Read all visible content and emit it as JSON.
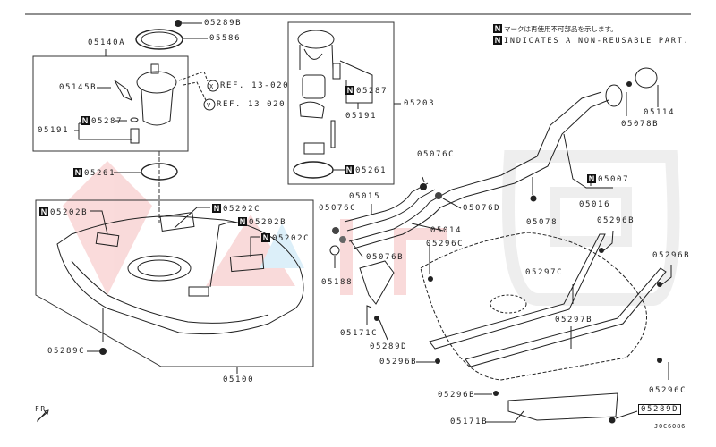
{
  "diagram": {
    "title": "Fuel Tank Assembly Exploded Parts Diagram",
    "legend": {
      "jp_text": "マークは再使用不可部品を示します。",
      "en_text": "INDICATES A NON-REUSABLE PART.",
      "badge": "N"
    },
    "drawing_code": "J0C6086",
    "direction_label": "FR",
    "refs": [
      {
        "circle": "X",
        "text": "REF. 13-020"
      },
      {
        "circle": "V",
        "text": "REF. 13 020"
      }
    ],
    "parts": {
      "p05289B_top": "05289B",
      "p05586": "05586",
      "p05140A": "05140A",
      "p05145B": "05145B",
      "p05287_left": "05287",
      "p05191_left": "05191",
      "p05261_left": "05261",
      "p05287_center": "05287",
      "p05191_center": "05191",
      "p05203": "05203",
      "p05261_center": "05261",
      "p05202B_left": "05202B",
      "p05202C_a": "05202C",
      "p05202B_b": "05202B",
      "p05202C_b": "05202C",
      "p05289C": "05289C",
      "p05100": "05100",
      "p05076C_top": "05076C",
      "p05015": "05015",
      "p05076C_left": "05076C",
      "p05076D": "05076D",
      "p05014": "05014",
      "p05076B": "05076B",
      "p05188": "05188",
      "p05296C_mid": "05296C",
      "p05171C": "05171C",
      "p05289D_mid": "05289D",
      "p05114": "05114",
      "p05078B": "05078B",
      "p05007": "05007",
      "p05016": "05016",
      "p05078": "05078",
      "p05296B_a": "05296B",
      "p05296B_b": "05296B",
      "p05297C": "05297C",
      "p05297B": "05297B",
      "p05296B_c": "05296B",
      "p05296B_d": "05296B",
      "p05296C_right": "05296C",
      "p05171B": "05171B",
      "p05289D_boxed": "05289D"
    },
    "non_reusable": [
      "05287",
      "05261",
      "05202B",
      "05202C",
      "05007"
    ]
  }
}
